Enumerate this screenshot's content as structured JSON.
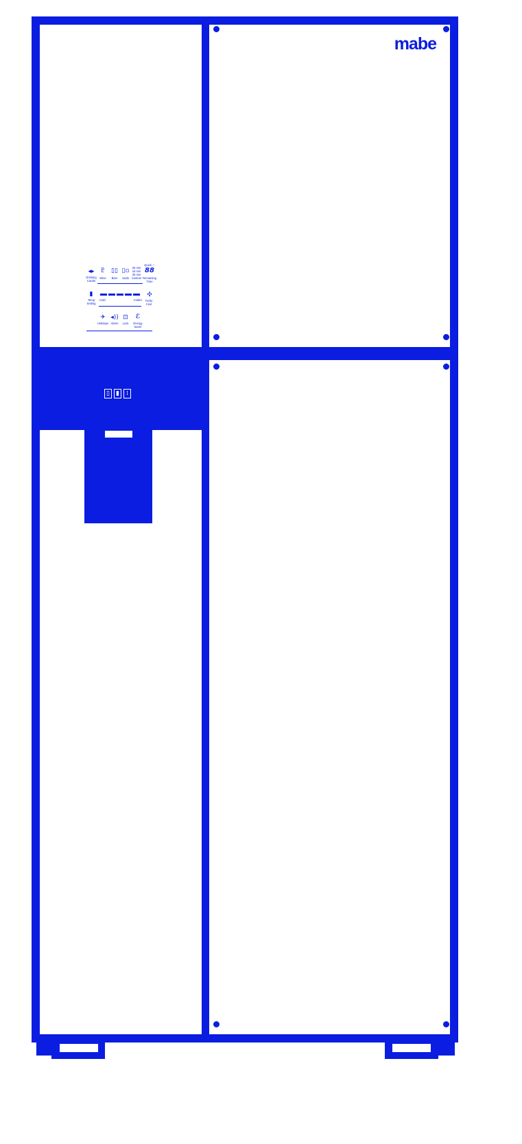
{
  "brand": {
    "logo": "mabe",
    "color": "#0a1de0"
  },
  "control_panel": {
    "row1": [
      {
        "icon": "drinking-water-icon",
        "glyph": "◆",
        "label": "Drinking Carafe"
      },
      {
        "icon": "wine-icon",
        "glyph": "🍷",
        "label": "Wine"
      },
      {
        "icon": "beer-icon",
        "glyph": "▯",
        "label": "Beer"
      },
      {
        "icon": "soda-icon",
        "glyph": "▯",
        "label": "Soda"
      },
      {
        "icon": "custom-icon",
        "glyph": "≡",
        "label": "Custom"
      },
      {
        "icon": "remaining-time-icon",
        "glyph": "88",
        "label": "Remaining Time"
      }
    ],
    "custom_options": [
      "25 min",
      "15 min",
      "30 min"
    ],
    "remaining_header": "Quick ✓",
    "row2": {
      "left_label": "Temp Setting",
      "cold_label": "Cold",
      "colder_label": "Colder",
      "right_label": "Turbo Cool",
      "segments": 5
    },
    "row3": [
      {
        "icon": "holidays-icon",
        "glyph": "✈",
        "label": "Holidays"
      },
      {
        "icon": "alarm-icon",
        "glyph": "◀)",
        "label": "Alarm"
      },
      {
        "icon": "lock-icon",
        "glyph": "🔒",
        "label": "Lock"
      },
      {
        "icon": "energy-saver-icon",
        "glyph": "⚡",
        "label": "Energy Saver"
      }
    ]
  },
  "dispenser_buttons": [
    {
      "icon": "water-icon",
      "glyph": "▯"
    },
    {
      "icon": "cubed-ice-icon",
      "glyph": "▮"
    },
    {
      "icon": "crushed-ice-icon",
      "glyph": "⁞"
    }
  ]
}
